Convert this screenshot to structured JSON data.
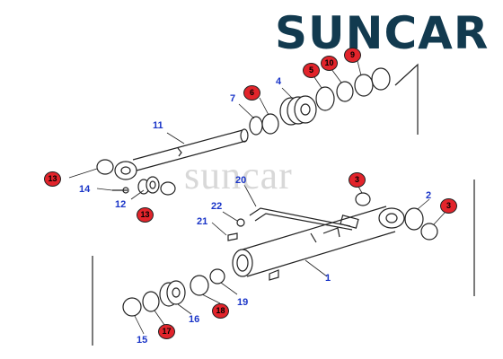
{
  "brand": {
    "logo_text": "SUNCAR",
    "watermark_text": "suncar",
    "logo_color": "#123a4f",
    "accent_color": "#e8732a"
  },
  "colors": {
    "label_blue": "#1a35c8",
    "badge_red": "#e2242b"
  },
  "labels": {
    "l1": "1",
    "l2": "2",
    "l4": "4",
    "l7": "7",
    "l11": "11",
    "l12": "12",
    "l14": "14",
    "l15": "15",
    "l16": "16",
    "l19": "19",
    "l20": "20",
    "l21": "21",
    "l22": "22"
  },
  "badges": {
    "b3a": "3",
    "b3b": "3",
    "b5": "5",
    "b6": "6",
    "b9": "9",
    "b10": "10",
    "b13a": "13",
    "b13b": "13",
    "b17": "17",
    "b18": "18"
  }
}
